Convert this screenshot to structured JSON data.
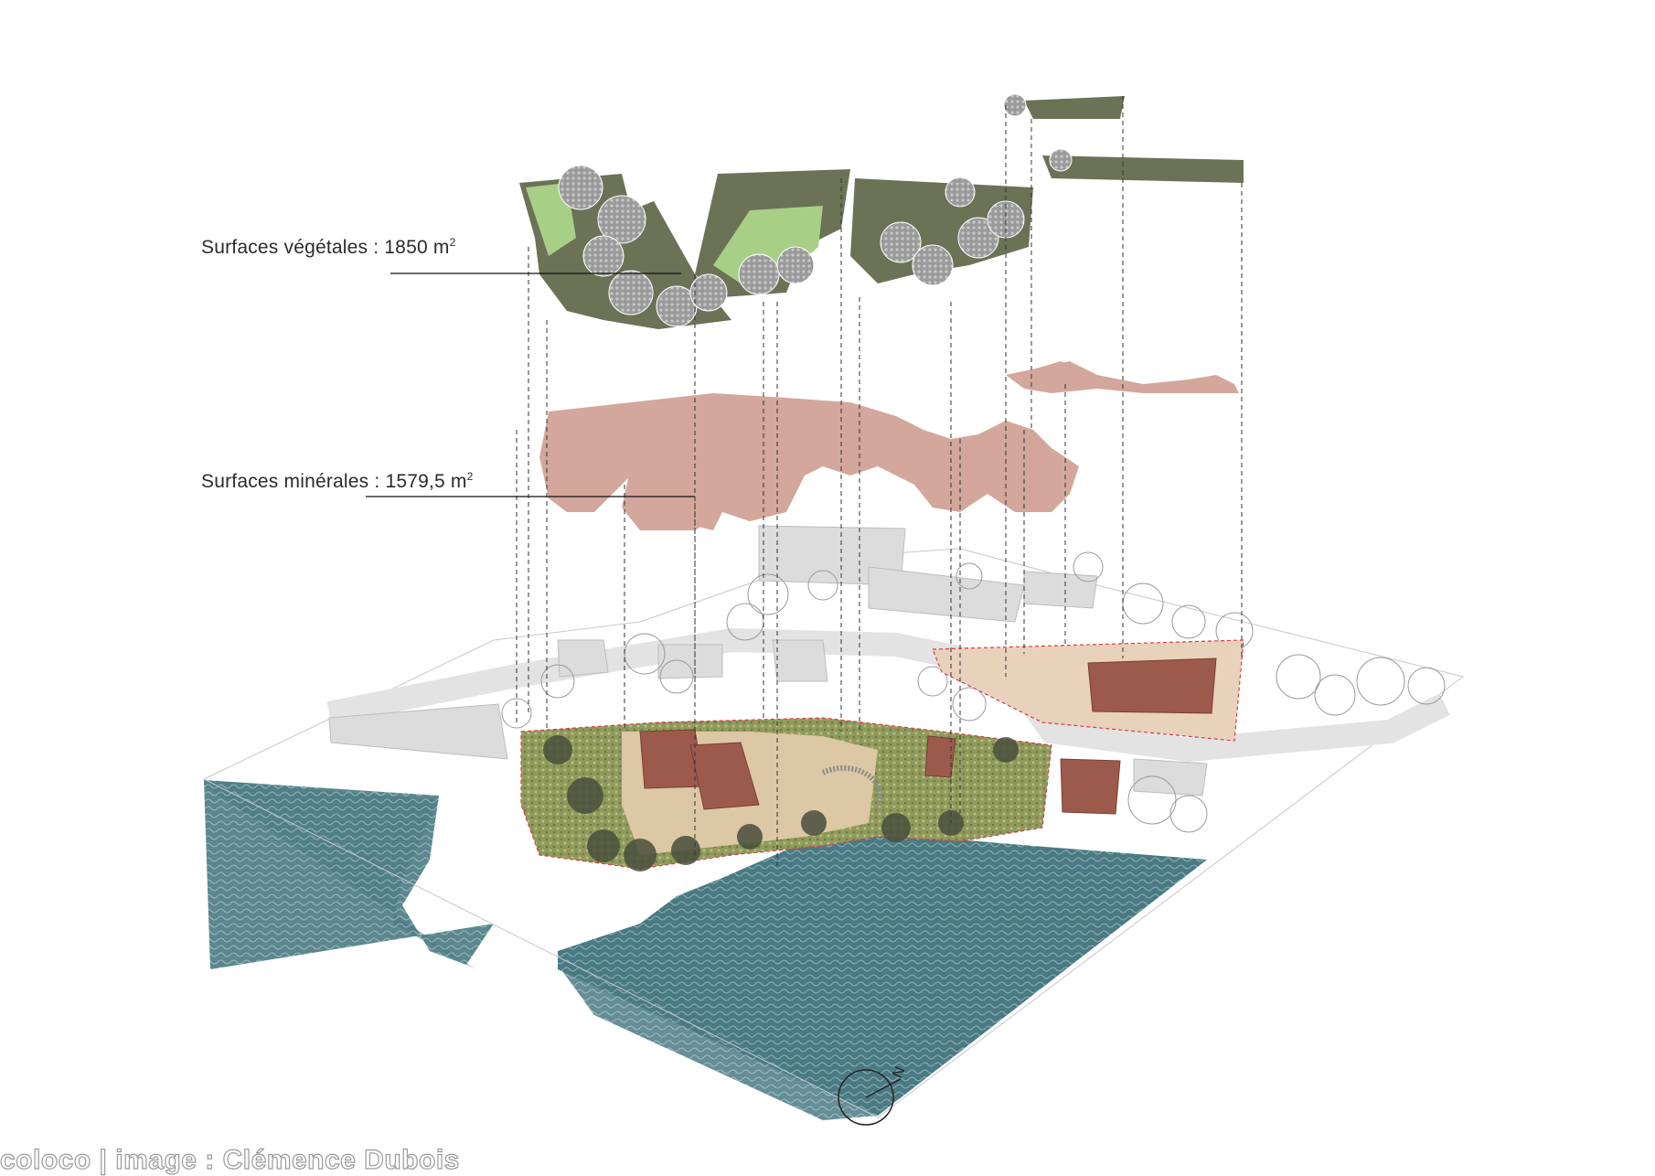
{
  "labels": {
    "vegetal": {
      "text": "Surfaces végétales : 1850 m",
      "exponent": "2"
    },
    "mineral": {
      "text": "Surfaces minérales : 1579,5 m",
      "exponent": "2"
    }
  },
  "credit": "coloco | image : Clémence Dubois",
  "compass": {
    "letter": "N"
  },
  "colors": {
    "vegetation_dark": "#6b7256",
    "vegetation_light": "#a8cf86",
    "mineral": "#d3a79b",
    "water": "#3f6f78",
    "building_grey": "#d9d9d9",
    "roof": "#9c5a4c",
    "paving": "#dcc8a4",
    "line": "#222222"
  }
}
